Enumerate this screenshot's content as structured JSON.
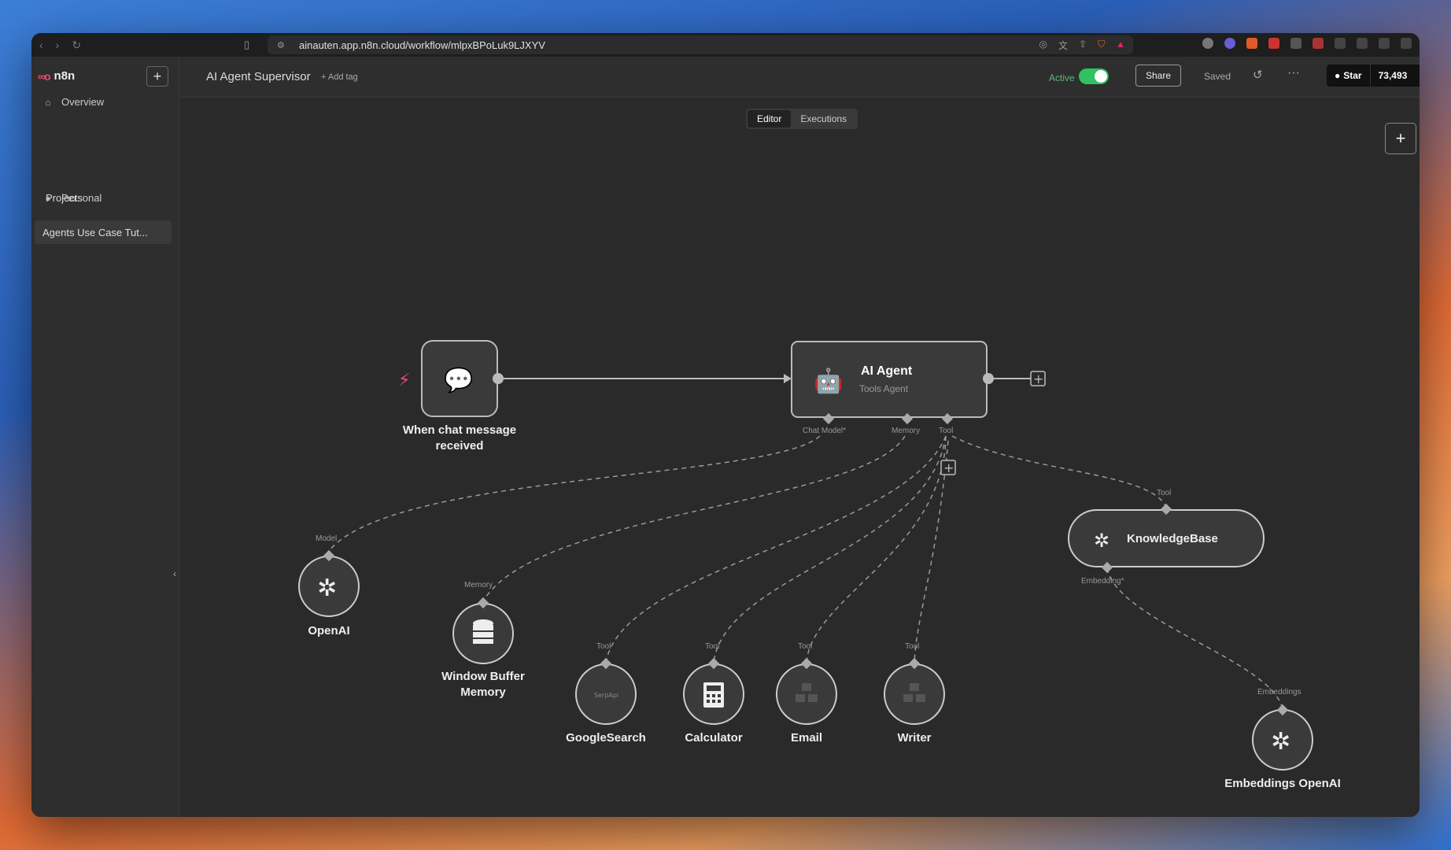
{
  "browser": {
    "url": "ainauten.app.n8n.cloud/workflow/mlpxBPoLuk9LJXYV"
  },
  "app": {
    "logo": "n8n"
  },
  "sidebar": {
    "overview": "Overview",
    "projects_heading": "Projects",
    "personal": "Personal",
    "active_project": "Agents Use Case Tut..."
  },
  "header": {
    "title": "AI Agent Supervisor",
    "add_tag": "+ Add tag",
    "active_label": "Active",
    "share": "Share",
    "saved": "Saved",
    "star": "Star",
    "star_count": "73,493"
  },
  "tabs": [
    {
      "label": "Editor",
      "active": true
    },
    {
      "label": "Executions",
      "active": false
    }
  ],
  "nodes": {
    "trigger": "When chat message received",
    "agent_title": "AI Agent",
    "agent_sub": "Tools Agent",
    "openai": "OpenAI",
    "memory": "Window Buffer Memory",
    "googlesearch": "GoogleSearch",
    "serpapi_mark": "SerpApi",
    "calculator": "Calculator",
    "email": "Email",
    "writer": "Writer",
    "knowledgebase": "KnowledgeBase",
    "embeddings": "Embeddings OpenAI"
  },
  "ports": {
    "chat_model": "Chat Model*",
    "memory": "Memory",
    "tool": "Tool",
    "model": "Model",
    "embedding": "Embedding*",
    "embeddings": "Embeddings"
  },
  "colors": {
    "accent": "#ea4b71",
    "active_green": "#30c160",
    "canvas_bg": "#2a2a2a"
  }
}
